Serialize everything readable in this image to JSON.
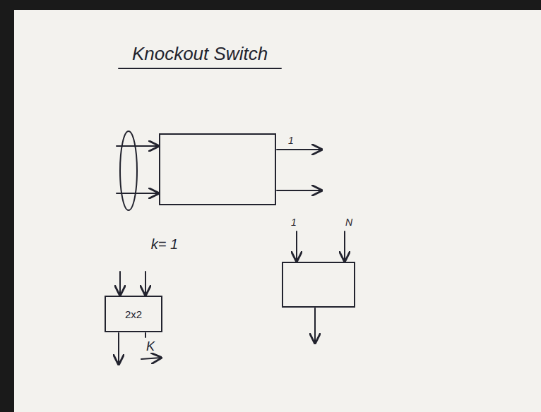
{
  "diagram": {
    "title": "Knockout Switch",
    "nodes": [
      {
        "text": [
          "2x2"
        ]
      }
    ],
    "labels": [
      "1",
      "k= 1",
      "1",
      "N",
      "K"
    ]
  }
}
